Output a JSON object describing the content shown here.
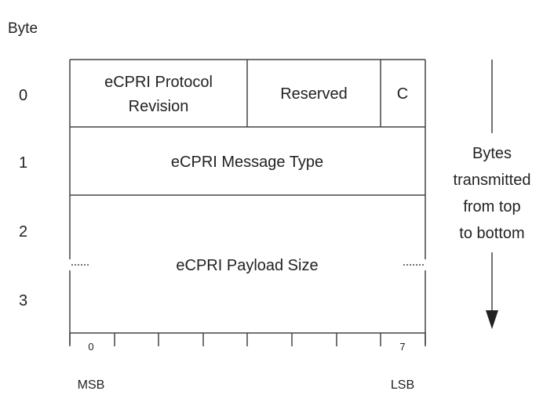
{
  "header": {
    "byte_label": "Byte"
  },
  "rows": [
    {
      "byte_index": "0"
    },
    {
      "byte_index": "1"
    },
    {
      "byte_index": "2"
    },
    {
      "byte_index": "3"
    }
  ],
  "fields": {
    "protocol_revision": [
      "eCPRI Protocol",
      "Revision"
    ],
    "reserved": "Reserved",
    "concatenation": "C",
    "message_type": "eCPRI Message Type",
    "payload_size": "eCPRI Payload Size"
  },
  "bit_ruler": {
    "first_bit": "0",
    "last_bit": "7",
    "msb_label": "MSB",
    "lsb_label": "LSB"
  },
  "transmission_note": [
    "Bytes",
    "transmitted",
    "from top",
    "to bottom"
  ],
  "colors": {
    "line": "#444444",
    "text": "#222222",
    "background": "#ffffff"
  }
}
